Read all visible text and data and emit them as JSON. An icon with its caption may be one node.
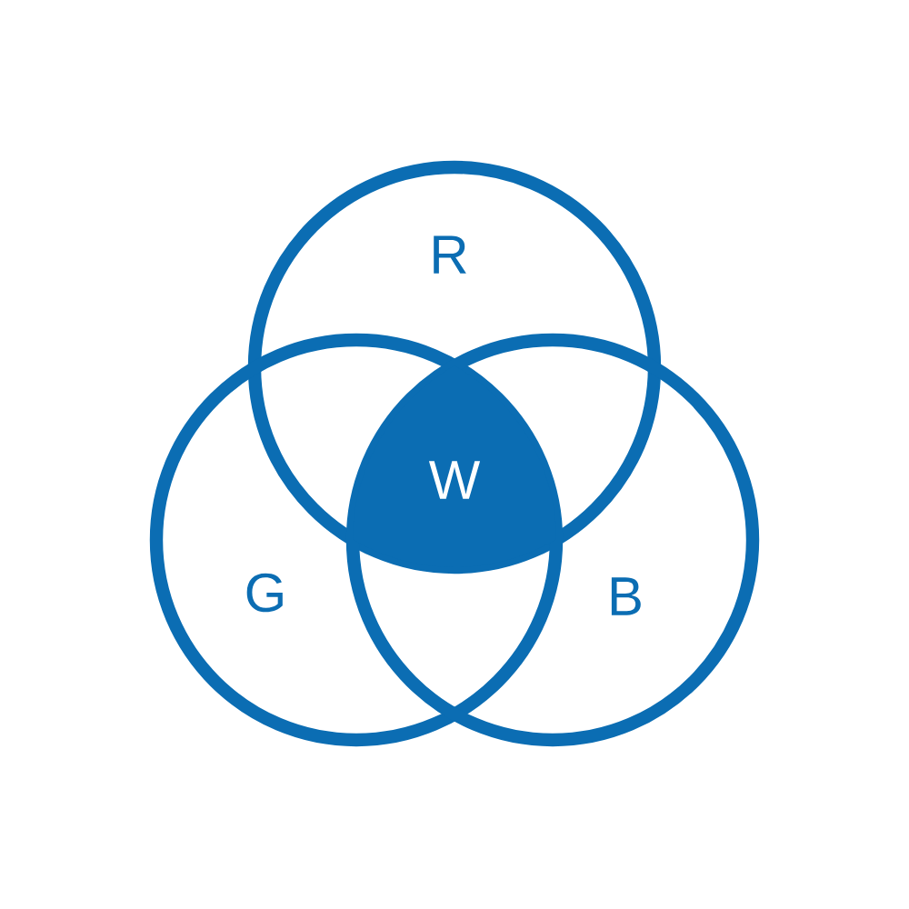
{
  "diagram": {
    "nodes": [
      {
        "text": [
          "R"
        ]
      },
      {
        "text": [
          "W"
        ]
      },
      {
        "text": [
          "G"
        ]
      },
      {
        "text": [
          "B"
        ]
      }
    ]
  }
}
